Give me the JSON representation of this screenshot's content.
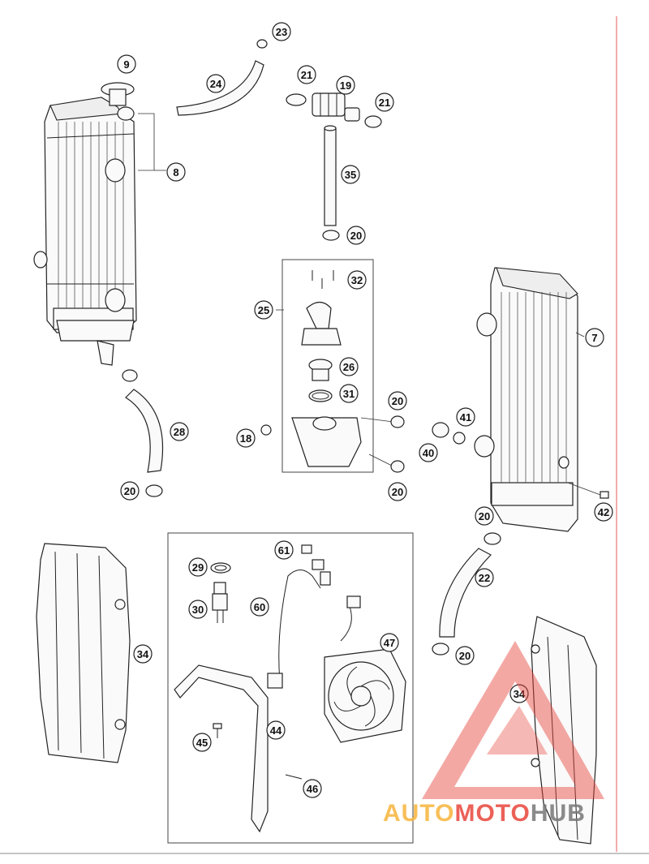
{
  "callouts": [
    {
      "label": "9"
    },
    {
      "label": "8"
    },
    {
      "label": "24"
    },
    {
      "label": "23"
    },
    {
      "label": "21"
    },
    {
      "label": "19"
    },
    {
      "label": "21"
    },
    {
      "label": "35"
    },
    {
      "label": "20"
    },
    {
      "label": "32"
    },
    {
      "label": "25"
    },
    {
      "label": "26"
    },
    {
      "label": "31"
    },
    {
      "label": "20"
    },
    {
      "label": "18"
    },
    {
      "label": "20"
    },
    {
      "label": "28"
    },
    {
      "label": "20"
    },
    {
      "label": "7"
    },
    {
      "label": "41"
    },
    {
      "label": "40"
    },
    {
      "label": "42"
    },
    {
      "label": "20"
    },
    {
      "label": "22"
    },
    {
      "label": "20"
    },
    {
      "label": "29"
    },
    {
      "label": "30"
    },
    {
      "label": "61"
    },
    {
      "label": "60"
    },
    {
      "label": "47"
    },
    {
      "label": "44"
    },
    {
      "label": "45"
    },
    {
      "label": "46"
    },
    {
      "label": "34"
    },
    {
      "label": "34"
    }
  ],
  "watermark": {
    "text_part1": "AUTO",
    "text_part2": "MOTO",
    "text_part3": "HUB",
    "color_orange": "#f7b43c",
    "color_red": "#e8463c",
    "color_gray": "#777777"
  },
  "colors": {
    "line": "#222222",
    "margin_rule": "#e85a5a"
  }
}
